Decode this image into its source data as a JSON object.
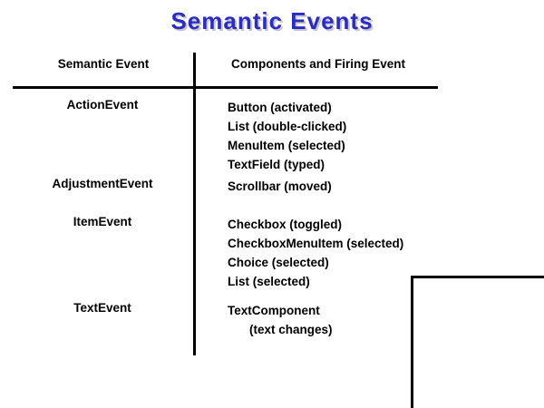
{
  "slide": {
    "title": "Semantic Events",
    "title_color": "#2B2BC8",
    "title_shadow_color": "#C8C8C8",
    "background_color": "#FFFFFF",
    "text_color": "#000000"
  },
  "table": {
    "headers": {
      "left": "Semantic Event",
      "right": "Components and Firing Event"
    },
    "rows": [
      {
        "event": "ActionEvent",
        "components": [
          {
            "text": "Button (activated)",
            "indented": false
          },
          {
            "text": "List (double-clicked)",
            "indented": false
          },
          {
            "text": "MenuItem (selected)",
            "indented": false
          },
          {
            "text": "TextField (typed)",
            "indented": false
          }
        ]
      },
      {
        "event": "AdjustmentEvent",
        "components": [
          {
            "text": "Scrollbar (moved)",
            "indented": false
          }
        ]
      },
      {
        "event": "ItemEvent",
        "components": [
          {
            "text": "Checkbox (toggled)",
            "indented": false
          },
          {
            "text": "CheckboxMenuItem (selected)",
            "indented": false
          },
          {
            "text": "Choice (selected)",
            "indented": false
          },
          {
            "text": "List (selected)",
            "indented": false
          }
        ]
      },
      {
        "event": "TextEvent",
        "components": [
          {
            "text": "TextComponent",
            "indented": false
          },
          {
            "text": "(text changes)",
            "indented": true
          }
        ]
      }
    ]
  }
}
